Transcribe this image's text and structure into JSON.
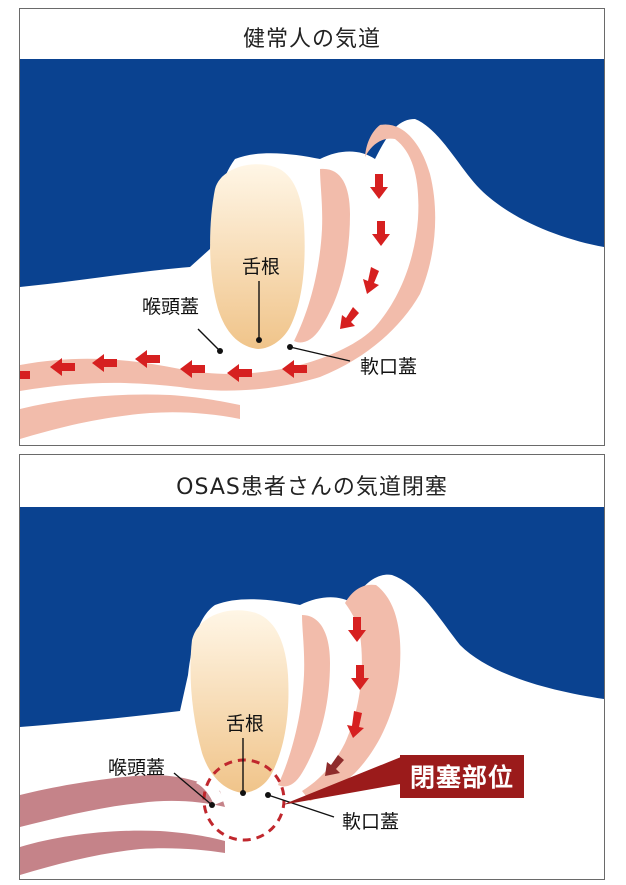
{
  "normal_panel": {
    "title": "健常人の気道",
    "labels": {
      "tongue_base": "舌根",
      "epiglottis": "喉頭蓋",
      "soft_palate": "軟口蓋"
    }
  },
  "osas_panel": {
    "title": "OSAS患者さんの気道閉塞",
    "labels": {
      "tongue_base": "舌根",
      "epiglottis": "喉頭蓋",
      "soft_palate": "軟口蓋",
      "obstruction_site": "閉塞部位"
    }
  },
  "colors": {
    "background_blue": "#0a4290",
    "airway_pink": "#f2bcab",
    "airway_deep": "#e8a893",
    "tongue": "#f3d39c",
    "arrow_red": "#d62020",
    "blocked_arrow": "#8e2b2b",
    "blocked_airway": "#c58389",
    "badge": "#9b1b1b"
  }
}
